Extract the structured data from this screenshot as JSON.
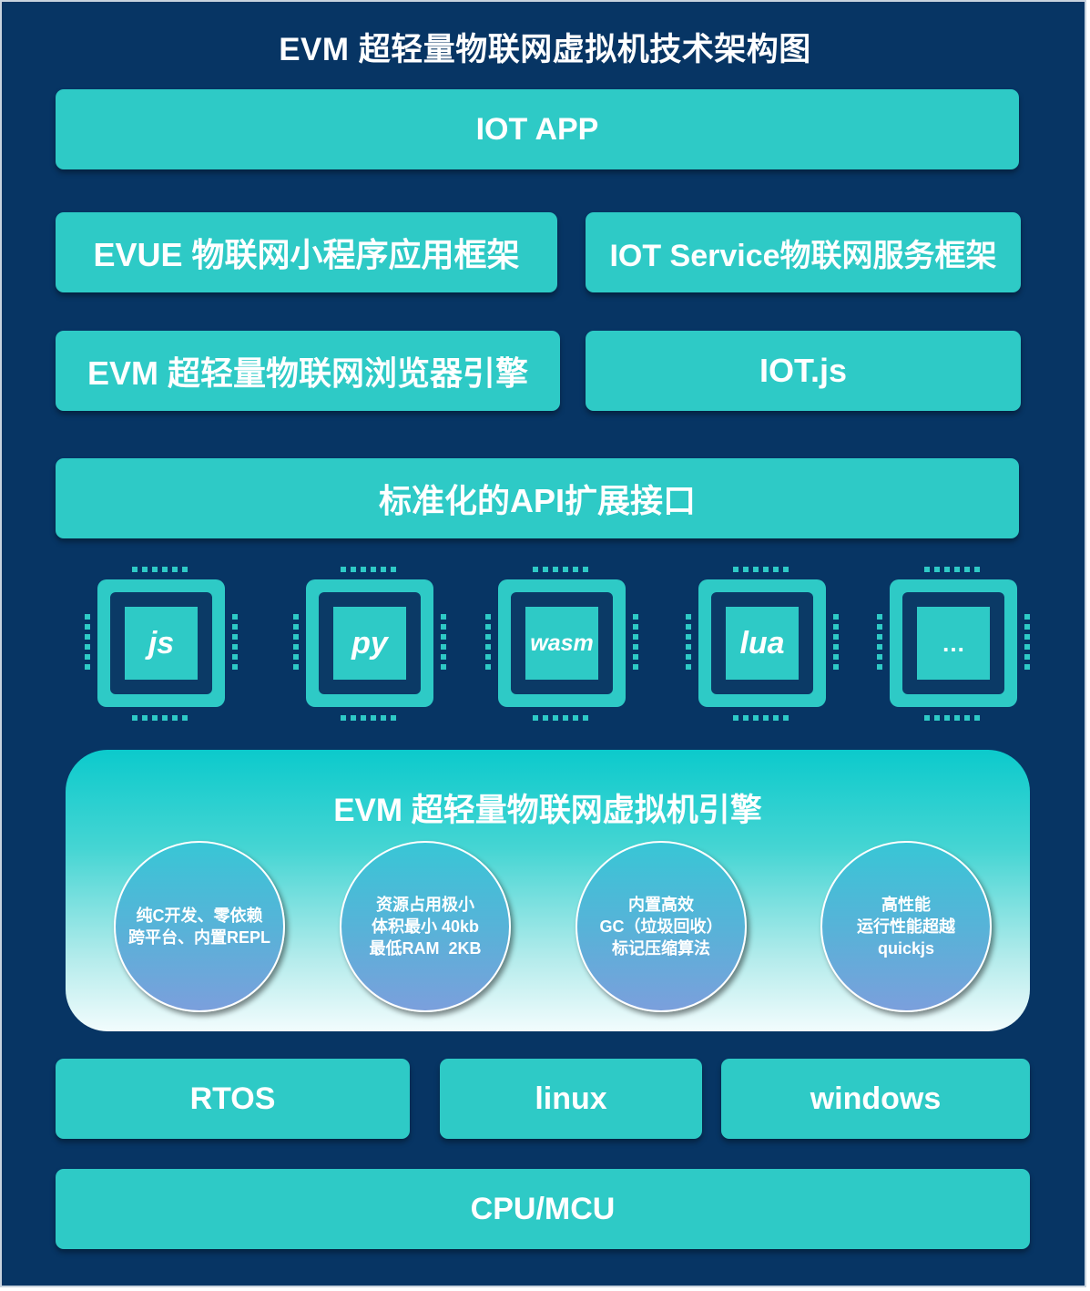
{
  "title": "EVM 超轻量物联网虚拟机技术架构图",
  "layers": {
    "iot_app": "IOT APP",
    "evue": "EVUE 物联网小程序应用框架",
    "iot_service": "IOT Service物联网服务框架",
    "evm_browser": "EVM 超轻量物联网浏览器引擎",
    "iot_js": "IOT.js",
    "api": "标准化的API扩展接口"
  },
  "languages": [
    "js",
    "py",
    "wasm",
    "lua",
    "…"
  ],
  "engine": {
    "title": "EVM 超轻量物联网虚拟机引擎",
    "features": [
      [
        "纯C开发、零依赖",
        "跨平台、内置REPL"
      ],
      [
        "资源占用极小",
        "体积最小 40kb",
        "最低RAM  2KB"
      ],
      [
        "内置高效",
        "GC（垃圾回收）",
        "标记压缩算法"
      ],
      [
        "高性能",
        "运行性能超越",
        "quickjs"
      ]
    ]
  },
  "os": [
    "RTOS",
    "linux",
    "windows"
  ],
  "hardware": "CPU/MCU",
  "colors": {
    "background": "#073564",
    "block": "#2ecac6",
    "text": "#ffffff"
  }
}
